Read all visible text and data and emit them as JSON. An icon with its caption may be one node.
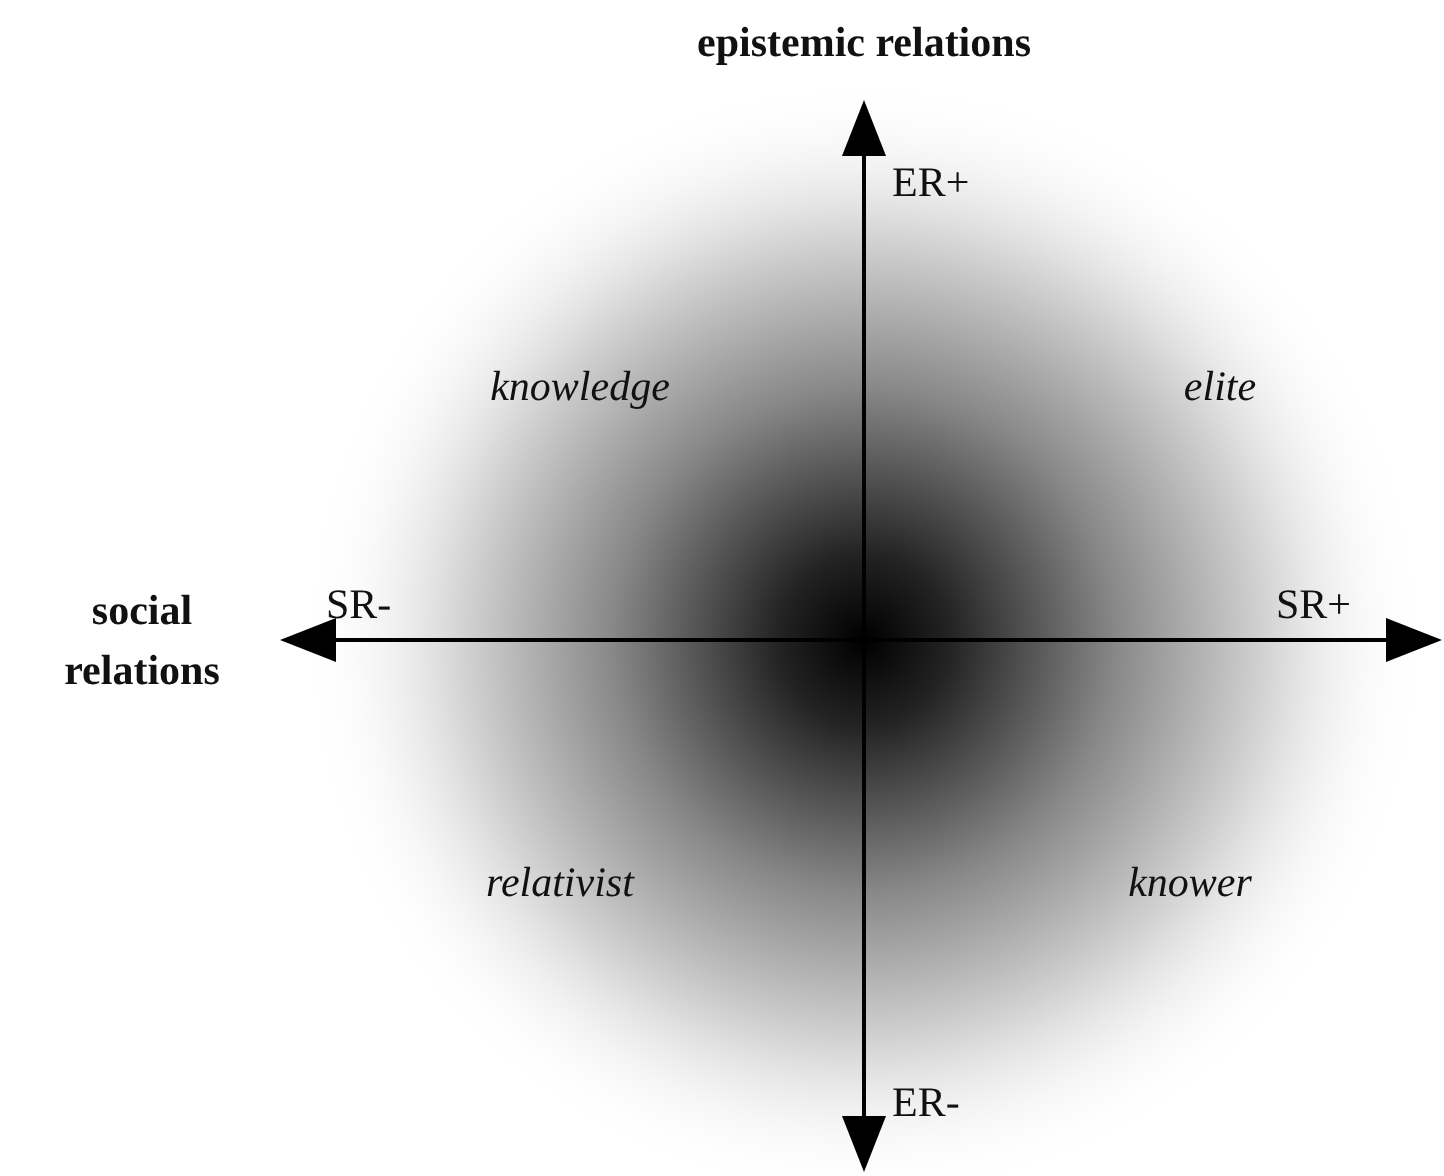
{
  "diagram": {
    "labels": [
      "epistemic relations",
      "ER+",
      "knowledge",
      "elite",
      "social relations",
      "SR-",
      "SR+",
      "relativist",
      "knower",
      "ER-"
    ]
  }
}
